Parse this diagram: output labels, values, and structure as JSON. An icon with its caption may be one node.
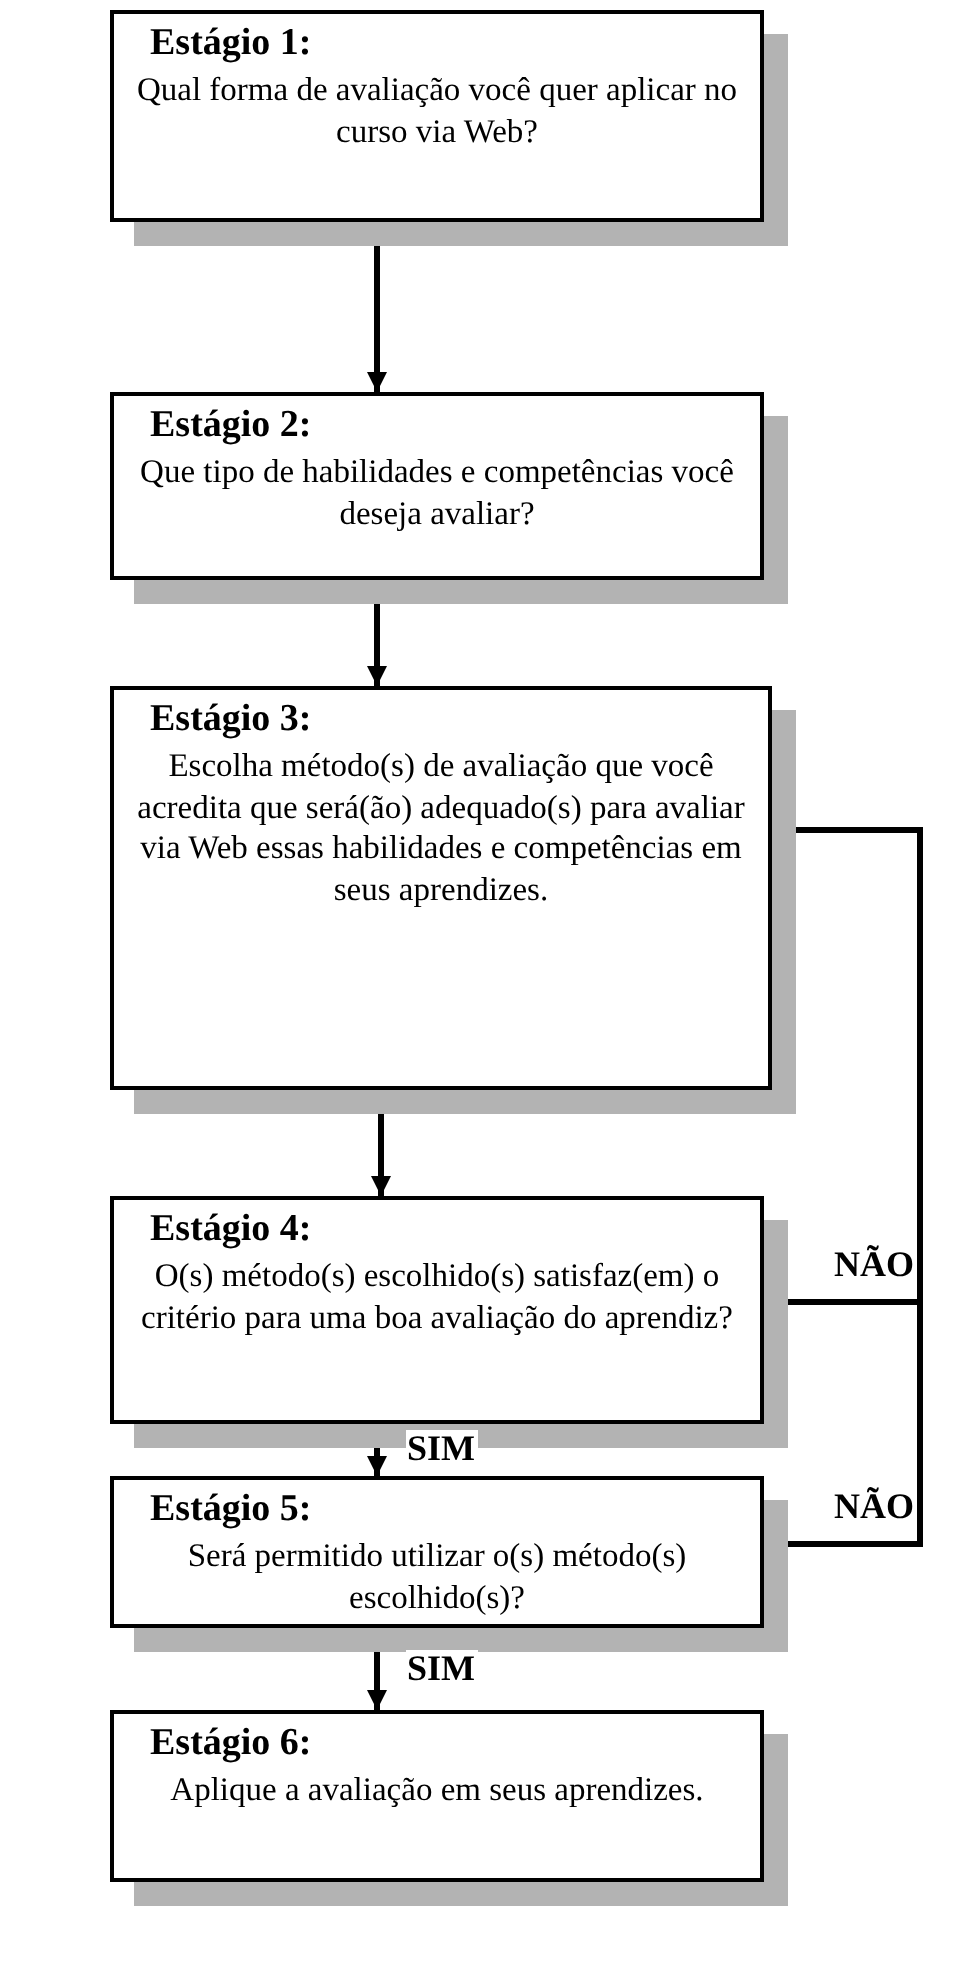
{
  "diagram": {
    "nodes": [
      {
        "text": [
          "Estágio 1:",
          "Qual forma de avaliação você quer aplicar no curso via Web?"
        ]
      },
      {
        "text": [
          "Estágio 2:",
          "Que tipo de habilidades e competências você deseja avaliar?"
        ]
      },
      {
        "text": [
          "Estágio 3:",
          "Escolha método(s)  de avaliação que você acredita que será(ão) adequado(s) para avaliar via Web essas habilidades e competências em seus aprendizes."
        ]
      },
      {
        "text": [
          "Estágio 4:",
          "O(s) método(s)  escolhido(s) satisfaz(em) o critério para uma boa avaliação do aprendiz?"
        ]
      },
      {
        "text": [
          "Estágio 5:",
          "Será permitido utilizar o(s) método(s) escolhido(s)?"
        ]
      },
      {
        "text": [
          "Estágio 6:",
          "Aplique a avaliação em seus aprendizes."
        ]
      }
    ],
    "edges": [
      {
        "from": 0,
        "to": 1,
        "arrow": "to"
      },
      {
        "from": 1,
        "to": 2,
        "arrow": "to"
      },
      {
        "from": 2,
        "to": 3,
        "arrow": "to"
      },
      {
        "from": 3,
        "to": 2,
        "arrow": "to",
        "label": "NÃO"
      },
      {
        "from": 3,
        "to": 4,
        "arrow": "to",
        "label": "SIM"
      },
      {
        "from": 4,
        "to": 2,
        "arrow": "to",
        "label": "NÃO"
      },
      {
        "from": 4,
        "to": 5,
        "arrow": "to",
        "label": "SIM"
      }
    ]
  }
}
